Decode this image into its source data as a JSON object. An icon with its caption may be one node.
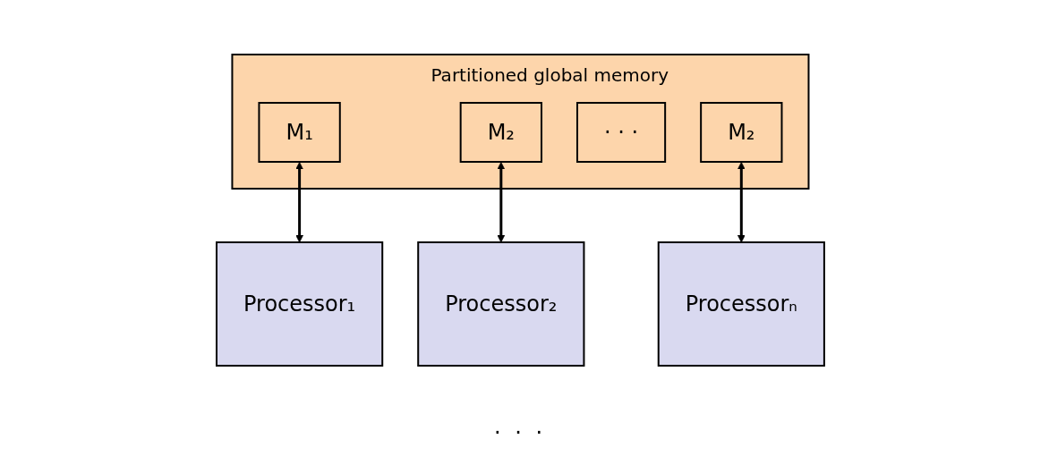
{
  "diagram": {
    "nodes": [
      {
        "text": [
          "Partitioned global memory"
        ]
      },
      {
        "text": [
          "M₁"
        ],
        "in": 0
      },
      {
        "text": [
          "M₂"
        ],
        "in": 0
      },
      {
        "text": [
          "· · ·"
        ],
        "in": 0
      },
      {
        "text": [
          "M₂"
        ],
        "in": 0
      },
      {
        "text": [
          "Processor₁"
        ]
      },
      {
        "text": [
          "Processor₂"
        ]
      },
      {
        "text": [
          "Processorₙ"
        ]
      }
    ],
    "edges": [
      {
        "from": 1,
        "to": 5,
        "arrow": "both"
      },
      {
        "from": 2,
        "to": 6,
        "arrow": "both"
      },
      {
        "from": 4,
        "to": 7,
        "arrow": "both"
      }
    ],
    "labels": [
      "· · ·"
    ]
  }
}
